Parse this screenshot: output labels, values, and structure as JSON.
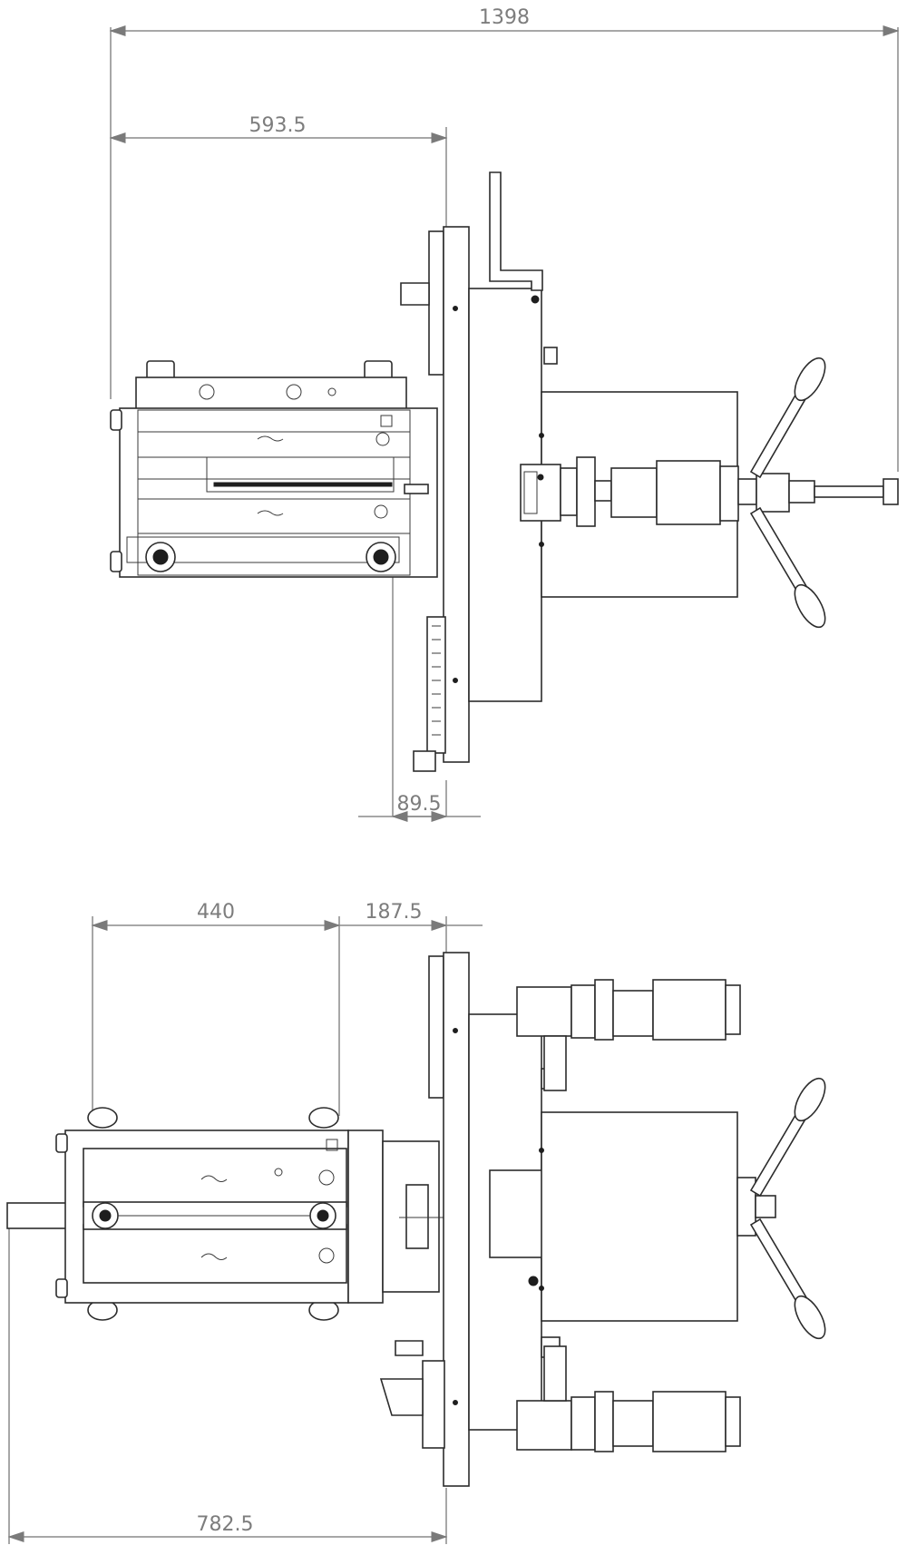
{
  "dimensions": {
    "top_view": {
      "overall_length": "1398",
      "unit_length": "593.5",
      "offset": "89.5"
    },
    "bottom_view": {
      "span": "440",
      "offset": "187.5",
      "overall_length": "782.5"
    }
  }
}
